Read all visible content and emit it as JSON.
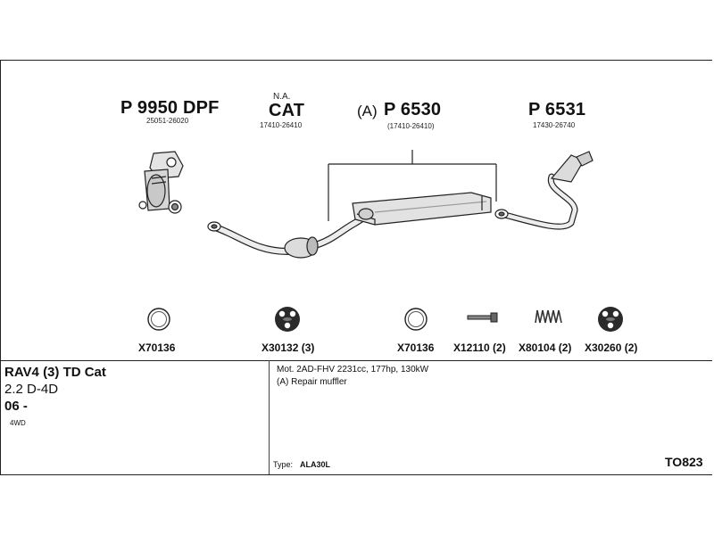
{
  "parts": {
    "p9950": {
      "number": "P 9950 DPF",
      "code": "25051-26020"
    },
    "cat": {
      "note": "N.A.",
      "number": "CAT",
      "code": "17410-26410"
    },
    "p6530": {
      "prefix": "(A)",
      "number": "P 6530",
      "code": "(17410-26410)"
    },
    "p6531": {
      "number": "P 6531",
      "code": "17430-26740"
    }
  },
  "accessories": [
    {
      "label": "X70136",
      "icon": "ring-gasket-icon"
    },
    {
      "label": "X30132 (3)",
      "icon": "rubber-hanger-icon"
    },
    {
      "label": "X70136",
      "icon": "ring-gasket-icon"
    },
    {
      "label": "X12110 (2)",
      "icon": "bolt-icon"
    },
    {
      "label": "X80104 (2)",
      "icon": "spring-icon"
    },
    {
      "label": "X30260 (2)",
      "icon": "rubber-hanger-icon"
    }
  ],
  "vehicle": {
    "model": "RAV4 (3) TD Cat",
    "engine": "2.2 D-4D",
    "year": "06 -",
    "drive": "4WD"
  },
  "details": {
    "motor": "Mot. 2AD-FHV 2231cc, 177hp, 130kW",
    "note": "(A) Repair muffler",
    "type_label": "Type:",
    "type_value": "ALA30L"
  },
  "diagram_code": "TO823"
}
